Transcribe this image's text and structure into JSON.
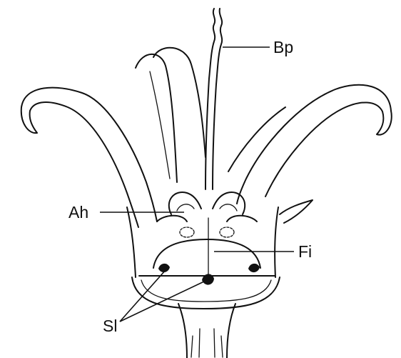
{
  "labels": {
    "bp": "Bp",
    "ah": "Ah",
    "fi": "Fi",
    "sl": "Sl"
  },
  "colors": {
    "ink": "#111111",
    "background": "#ffffff"
  }
}
